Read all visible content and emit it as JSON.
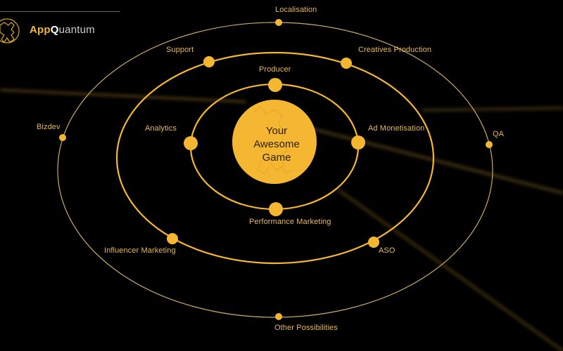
{
  "logo": {
    "brand_part1": "App",
    "brand_part2": "Q",
    "brand_part3": "uantum",
    "icon": "rearing-horse-icon"
  },
  "colors": {
    "background": "#000000",
    "accent": "#f5b731",
    "label": "#e8b85a",
    "outer_ring": "#c9a86a",
    "center_text": "#2a1f08"
  },
  "diagram": {
    "center": {
      "line1": "Your",
      "line2": "Awesome",
      "line3": "Game"
    },
    "inner_orbit": [
      {
        "label": "Producer"
      },
      {
        "label": "Analytics"
      },
      {
        "label": "Ad Monetisation"
      },
      {
        "label": "Performance Marketing"
      }
    ],
    "middle_orbit": [
      {
        "label": "Support"
      },
      {
        "label": "Creatives Production"
      },
      {
        "label": "Influencer Marketing"
      },
      {
        "label": "ASO"
      }
    ],
    "outer_orbit": [
      {
        "label": "Localisation"
      },
      {
        "label": "Bizdev"
      },
      {
        "label": "QA"
      },
      {
        "label": "Other Possibilities"
      }
    ]
  }
}
